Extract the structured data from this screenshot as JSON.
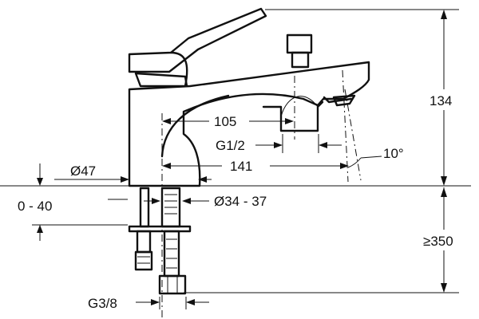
{
  "dimensions": {
    "height_total": "134",
    "spout_reach": "105",
    "outlet_thread": "G1/2",
    "overall_reach": "141",
    "spout_angle": "10°",
    "body_diameter": "Ø47",
    "deck_thickness": "0 - 40",
    "hole_diameter": "Ø34 - 37",
    "hose_length": "≥350",
    "inlet_thread": "G3/8"
  }
}
